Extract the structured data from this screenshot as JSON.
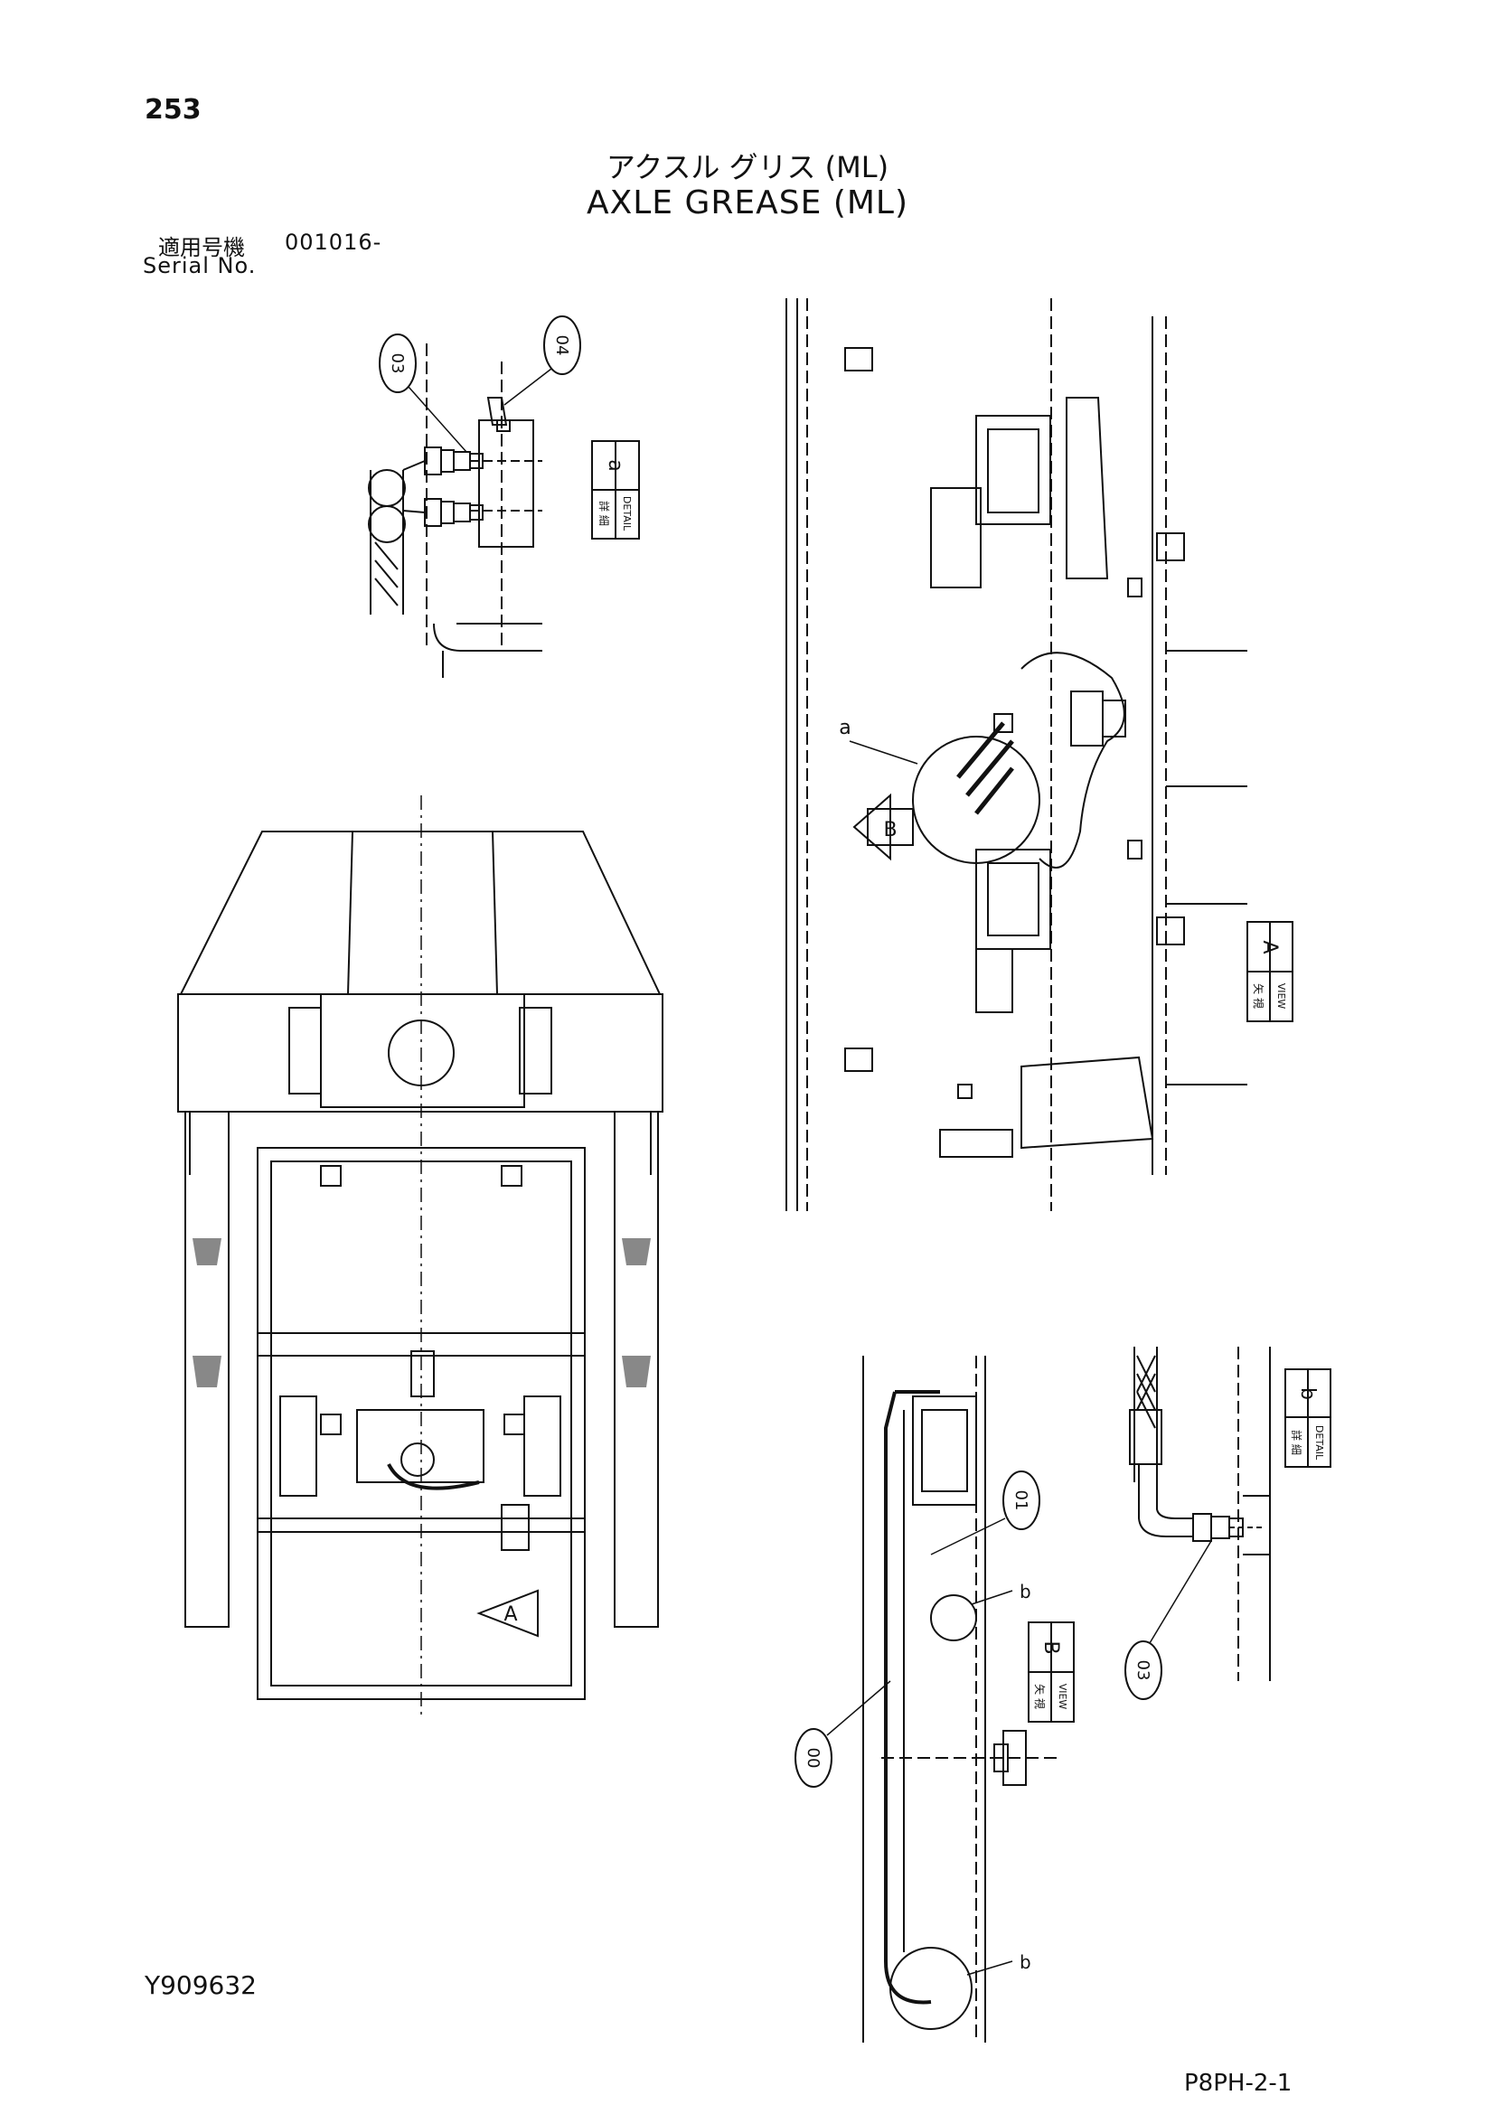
{
  "header": {
    "page_number": "253",
    "title_jp": "アクスル グリス (ML)",
    "title_en": "AXLE GREASE (ML)",
    "serial_label_jp": "適用号機",
    "serial_value": "001016-",
    "serial_label_en": "Serial No."
  },
  "footer": {
    "doc_code": "Y909632",
    "page_code": "P8PH-2-1"
  },
  "callouts": {
    "c03_top": "03",
    "c04_top": "04",
    "c01": "01",
    "c00": "00",
    "c03_bottom": "03"
  },
  "labels": {
    "detail_a": {
      "jp": "詳 細",
      "en": "DETAIL",
      "letter": "a"
    },
    "detail_b": {
      "jp": "詳 細",
      "en": "DETAIL",
      "letter": "b"
    },
    "view_a": {
      "jp": "矢 視",
      "en": "VIEW",
      "letter": "A"
    },
    "view_b": {
      "jp": "矢 視",
      "en": "VIEW",
      "letter": "B"
    },
    "mark_a": "a",
    "mark_b1": "b",
    "mark_b2": "b",
    "arrow_A": "A",
    "arrow_B": "B"
  }
}
